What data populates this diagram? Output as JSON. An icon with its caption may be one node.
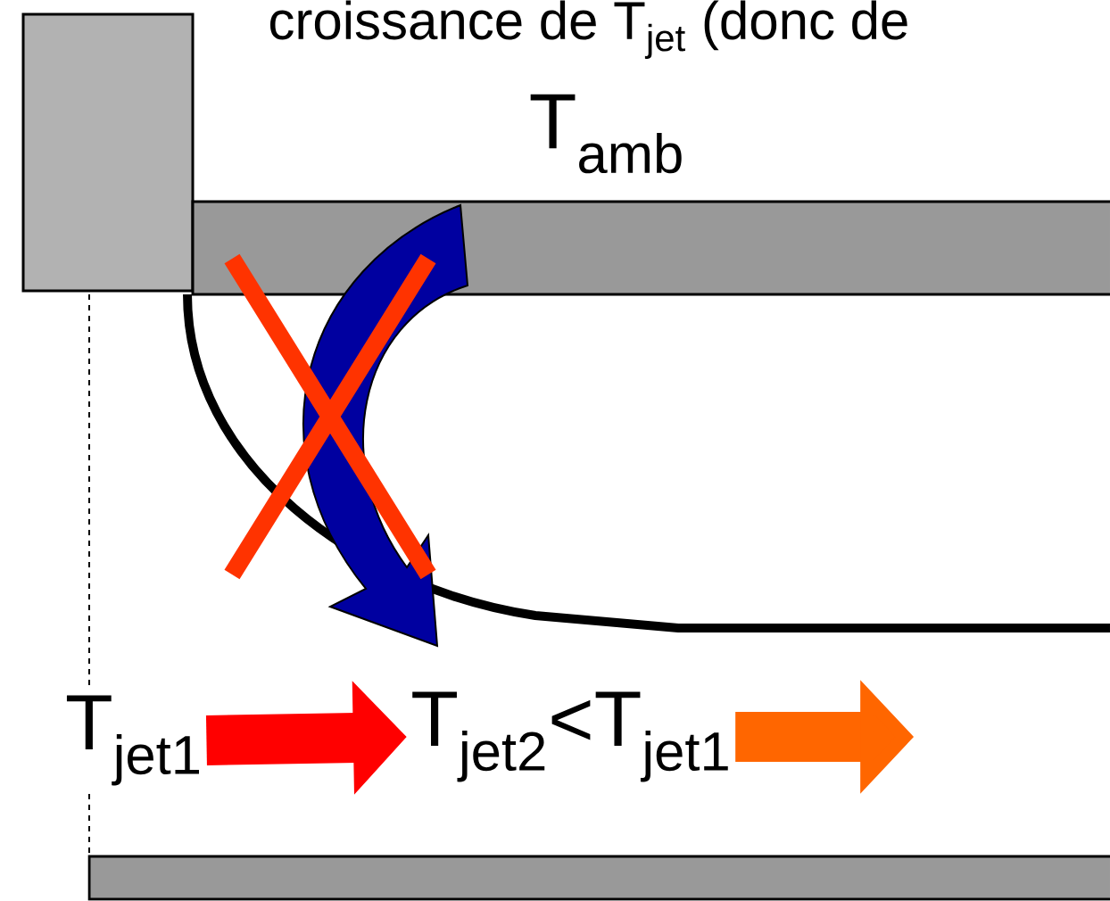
{
  "diagram": {
    "title": "croissance de T$_{jet}$ (donc de",
    "nodes": [
      {
        "text": [
          "T$_{jet1}$"
        ]
      },
      {
        "text": [
          "T$_{jet2}$<T$_{jet1}$"
        ]
      }
    ],
    "edges": [
      {
        "from": 0,
        "to": 1,
        "arrow": "to",
        "color": "#ff0000"
      },
      {
        "from": 1,
        "to": null,
        "arrow": "to",
        "color": "#ff6600"
      }
    ],
    "labels": [
      "T$_{amb}$"
    ]
  }
}
